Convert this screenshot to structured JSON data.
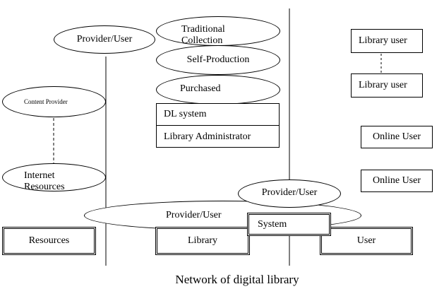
{
  "diagram": {
    "title": "Network of digital library",
    "columns": {
      "resources": "Resources",
      "library": "Library",
      "user": "User"
    },
    "ellipses": {
      "provider_user_top": "Provider/User",
      "traditional_collection_line1": "Traditional",
      "traditional_collection_line2": "Collection",
      "self_production": "Self-Production",
      "purchased": "Purchased",
      "content_provider": "Content Provider",
      "internet_resources_line1": "Internet",
      "internet_resources_line2": "Resources",
      "provider_user_right": "Provider/User",
      "provider_user_bottom": "Provider/User"
    },
    "library_boxes": {
      "dl_system": "DL system",
      "library_administrator": "Library Administrator",
      "system": "System"
    },
    "user_boxes": {
      "library_user_1": "Library user",
      "library_user_2": "Library user",
      "online_user_1": "Online User",
      "online_user_2": "Online User"
    }
  }
}
